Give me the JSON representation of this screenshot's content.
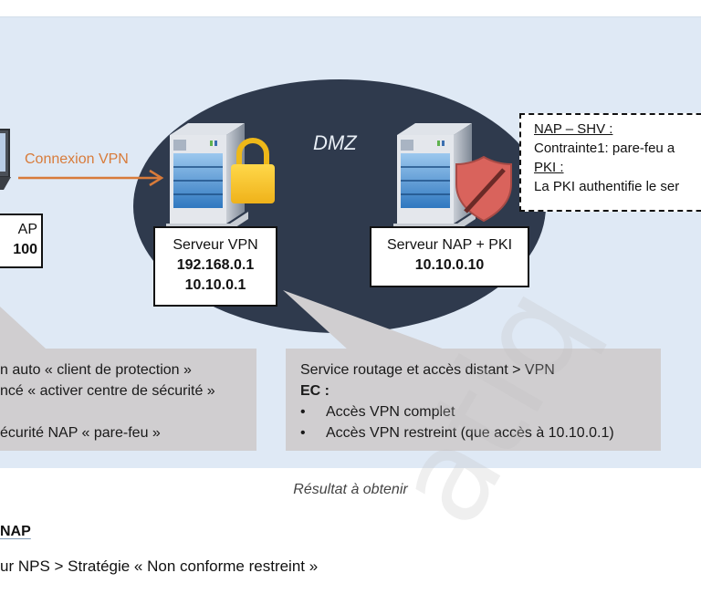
{
  "diagram": {
    "connection_label": "Connexion VPN",
    "zone_label": "DMZ",
    "client_box": {
      "line1": "AP",
      "line2": "100"
    },
    "vpn_server": {
      "title": "Serveur VPN",
      "ip1": "192.168.0.1",
      "ip2": "10.10.0.1"
    },
    "nap_server": {
      "title": "Serveur NAP + PKI",
      "ip": "10.10.0.10"
    },
    "nap_note": {
      "heading1": "NAP – SHV :",
      "line1": "Contrainte1: pare-feu a",
      "heading2": "PKI :",
      "line2": "La PKI authentifie le ser"
    },
    "client_callout": {
      "line1": "n auto « client de protection »",
      "line2": "ncé « activer centre de sécurité »",
      "line3": "écurité NAP « pare-feu »"
    },
    "vpn_callout": {
      "line1": "Service routage et accès distant > VPN",
      "ec_label": "EC :",
      "bullets": [
        "Accès VPN complet",
        "Accès VPN restreint (que accès à 10.10.0.1)"
      ]
    },
    "colors": {
      "panel_bg": "#dfe9f5",
      "dmz_fill": "#2f3a4d",
      "arrow": "#d87b3a",
      "callout_bg": "#d0ced0",
      "lock": "#f5c21b",
      "shield": "#d9635c"
    }
  },
  "document": {
    "caption": "Résultat à obtenir",
    "section_heading": "NAP",
    "instruction_line": "ur NPS > Stratégie « Non conforme restreint »",
    "watermark": "atiq"
  }
}
